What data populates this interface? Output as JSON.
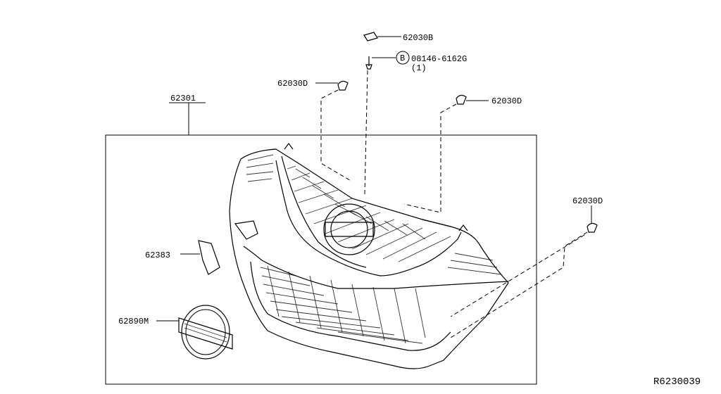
{
  "labels": {
    "grille": "62301",
    "clip_top": "62030B",
    "bolt": "08146-6162G",
    "bolt_qty": "(1)",
    "bolt_marker": "B",
    "clip_left": "62030D",
    "clip_right_upper": "62030D",
    "clip_right_lower": "62030D",
    "cover": "62383",
    "emblem": "62890M"
  },
  "reference": "R6230039"
}
